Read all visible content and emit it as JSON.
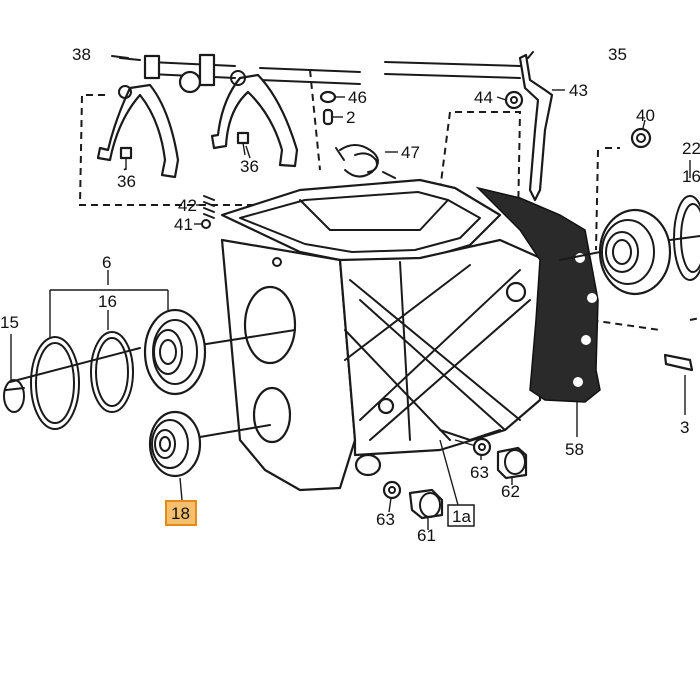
{
  "callouts": {
    "c38": "38",
    "c35": "35",
    "c46": "46",
    "c2": "2",
    "c44": "44",
    "c43": "43",
    "c40": "40",
    "c22": "22",
    "c36a": "36",
    "c36b": "36",
    "c47": "47",
    "c16r": "16",
    "c42": "42",
    "c41": "41",
    "c6": "6",
    "c16": "16",
    "c15": "15",
    "c3": "3",
    "c58": "58",
    "c63a": "63",
    "c62": "62",
    "c63b": "63",
    "c61": "61",
    "c1a": "1a",
    "c18": "18"
  },
  "highlight": {
    "part": "18",
    "color": "#f6bf6e",
    "border": "#e38a1a"
  }
}
